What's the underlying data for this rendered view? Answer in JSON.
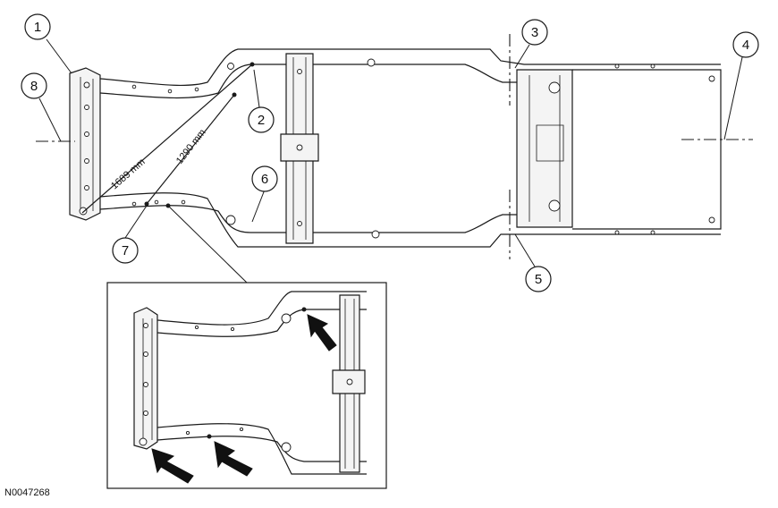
{
  "figure_id": "N0047268",
  "dimensions": {
    "diagonal_a": "1689 mm",
    "diagonal_b": "1290 mm"
  },
  "callouts": [
    "1",
    "2",
    "3",
    "4",
    "5",
    "6",
    "7",
    "8"
  ]
}
